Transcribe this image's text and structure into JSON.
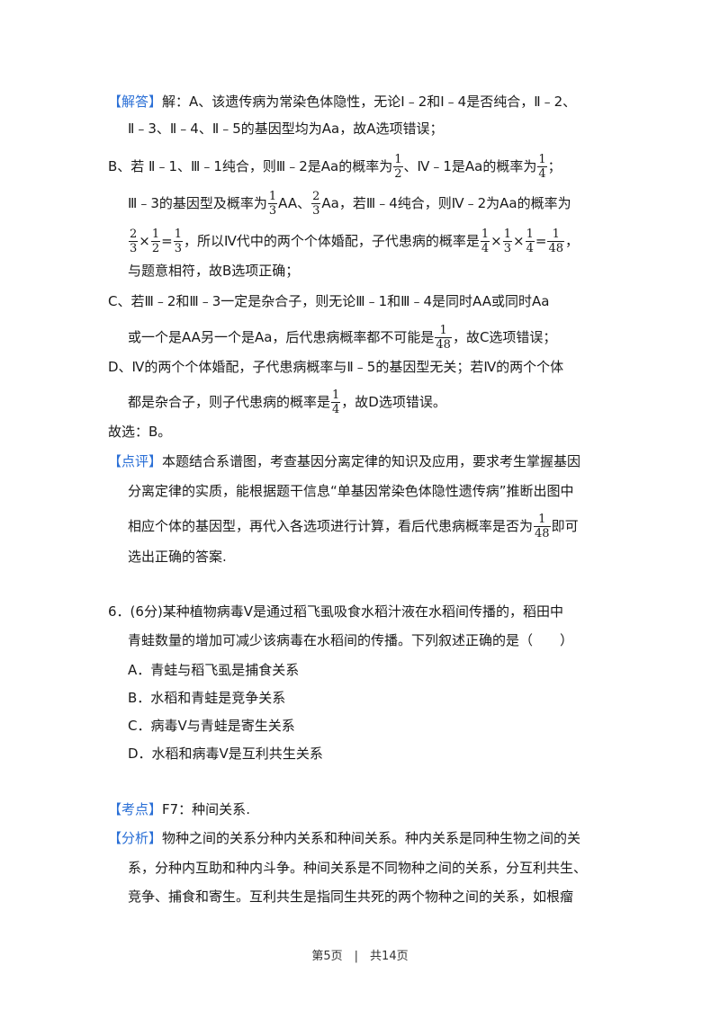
{
  "answer": {
    "tag": "【解答】",
    "l1": "解：A、该遗传病为常染色体隐性，无论Ⅰ﹣2和Ⅰ﹣4是否纯合，Ⅱ﹣2、",
    "l2": "Ⅱ﹣3、Ⅱ﹣4、Ⅱ﹣5的基因型均为Aa，故A选项错误；",
    "b1a": "B、若 Ⅱ﹣1、Ⅲ﹣1纯合，则Ⅲ﹣2是Aa的概率为",
    "b1b": "、Ⅳ﹣1是Aa的概率为",
    "b1c": "；",
    "b2a": "Ⅲ﹣3的基因型及概率为",
    "b2b": "AA、",
    "b2c": "Aa，若Ⅲ﹣4纯合，则Ⅳ﹣2为Aa的概率为",
    "b3a": "×",
    "b3b": "=",
    "b3c": "，所以Ⅳ代中的两个个体婚配，子代患病的概率是",
    "times": "×",
    "eq": "=",
    "comma": "，",
    "b4": "与题意相符，故B选项正确；",
    "c1": "C、若Ⅲ﹣2和Ⅲ﹣3一定是杂合子，则无论Ⅲ﹣1和Ⅲ﹣4是同时AA或同时Aa",
    "c2a": "或一个是AA另一个是Aa，后代患病概率都不可能是",
    "c2b": "，故C选项错误；",
    "d1": "D、Ⅳ的两个个体婚配，子代患病概率与Ⅱ﹣5的基因型无关；若Ⅳ的两个个体",
    "d2a": "都是杂合子，则子代患病的概率是",
    "d2b": "，故D选项错误。",
    "select": "故选：B。"
  },
  "fractions": {
    "one": "1",
    "two": "2",
    "three": "3",
    "four": "4",
    "fortyeight": "48"
  },
  "comment": {
    "tag": "【点评】",
    "l1": "本题结合系谱图，考查基因分离定律的知识及应用，要求考生掌握基因",
    "l2": "分离定律的实质，能根据题干信息“单基因常染色体隐性遗传病”推断出图中",
    "l3a": "相应个体的基因型，再代入各选项进行计算，看后代患病概率是否为",
    "l3b": "即可",
    "l4": "选出正确的答案."
  },
  "question": {
    "l1": "6．(6分)某种植物病毒V是通过稻飞虱吸食水稻汁液在水稻间传播的，稻田中",
    "l2": "青蛙数量的增加可减少该病毒在水稻间的传播。下列叙述正确的是（　　）",
    "options": [
      "A．青蛙与稻飞虱是捕食关系",
      "B．水稻和青蛙是竞争关系",
      "C．病毒V与青蛙是寄生关系",
      "D．水稻和病毒V是互利共生关系"
    ]
  },
  "kaodian": {
    "tag": "【考点】",
    "text": "F7：种间关系."
  },
  "analysis": {
    "tag": "【分析】",
    "l1": "物种之间的关系分种内关系和种间关系。种内关系是同种生物之间的关",
    "l2": "系，分种内互助和种内斗争。种间关系是不同物种之间的关系，分互利共生、",
    "l3": "竞争、捕食和寄生。互利共生是指同生共死的两个物种之间的关系，如根瘤"
  },
  "footer": {
    "text": "第5页　|　共14页"
  }
}
